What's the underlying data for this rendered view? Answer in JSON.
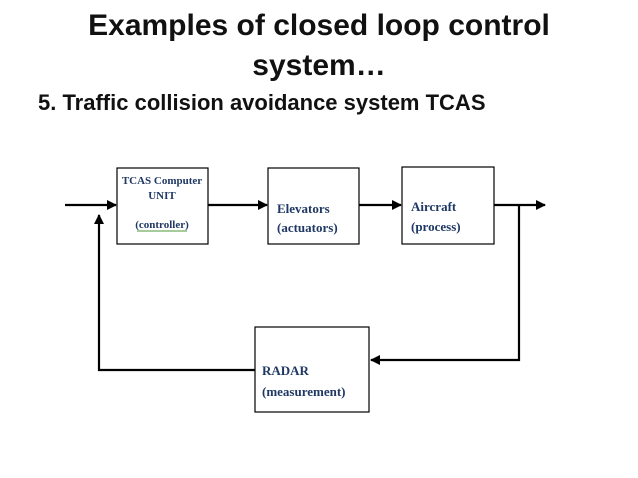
{
  "title": {
    "line1": "Examples of closed loop control",
    "line2": "system…"
  },
  "subtitle": "5. Traffic collision avoidance system TCAS",
  "diagram": {
    "controller": {
      "line1": "TCAS Computer",
      "line2": "UNIT",
      "role_word": "controller"
    },
    "actuator": {
      "line1": "Elevators",
      "line2": "(actuators)"
    },
    "process": {
      "line1": "Aircraft",
      "line2": "(process)"
    },
    "measurement": {
      "line1": "RADAR",
      "line2": "(measurement)"
    },
    "colors": {
      "label_text": "#1f3864",
      "box_stroke": "#000000",
      "wire": "#000000",
      "underline": "#4e9a3a"
    }
  }
}
